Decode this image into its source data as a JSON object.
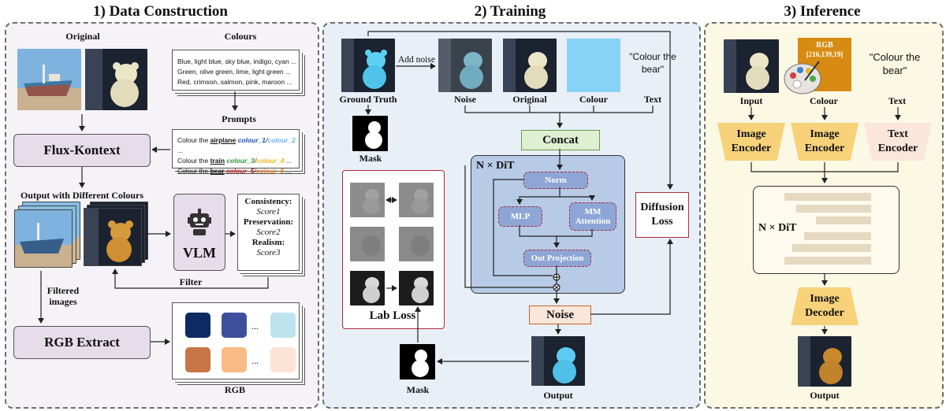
{
  "sections": {
    "construction": "1) Data Construction",
    "training": "2) Training",
    "inference": "3) Inference"
  },
  "construction": {
    "original": "Original",
    "colours": "Colours",
    "colour_lines": [
      "Blue, light blue, sky blue, indigo, cyan ...",
      "Green, olive green, lime, light green ...",
      "Red, crimson, salmon, pink, maroon ..."
    ],
    "prompts": "Prompts",
    "prompt_lines": [
      {
        "prefix": "Colour the ",
        "obj": "airplane",
        "c1": "colour_1",
        "sep": "/",
        "c2": "colour_2",
        "tail": " ...",
        "c1color": "#1f4fb8",
        "c2color": "#69b3f0"
      },
      {
        "prefix": "Colour the ",
        "obj": "train",
        "c1": "colour_3",
        "sep": "/",
        "c2": "colour_4",
        "tail": " ...",
        "c1color": "#2c9a32",
        "c2color": "#e8b81a"
      },
      {
        "prefix": "Colour the ",
        "obj": "bear",
        "c1": "colour_5",
        "sep": "/",
        "c2": "colour_6",
        "tail": " ...",
        "c1color": "#c01d1d",
        "c2color": "#f08030"
      }
    ],
    "flux": "Flux-Kontext",
    "output_label": "Output with Different Colours",
    "vlm": "VLM",
    "scores": [
      {
        "name": "Consistency:",
        "value": "Score1"
      },
      {
        "name": "Preservation:",
        "value": "Score2"
      },
      {
        "name": "Realism:",
        "value": "Score3"
      }
    ],
    "filter": "Filter",
    "filtered": [
      "Filtered",
      "images"
    ],
    "rgb_extract": "RGB Extract",
    "rgb": "RGB",
    "ellipsis": "...",
    "palette": [
      "#0d2a63",
      "#3d4f9c",
      "#bde3ef",
      "#c87545",
      "#f7bb86",
      "#fce3d6"
    ]
  },
  "training": {
    "ground_truth": "Ground Truth",
    "add_noise": "Add noise",
    "noise": "Noise",
    "original": "Original",
    "colour": "Colour",
    "text": "Text",
    "quote": "\"Colour the bear\"",
    "concat": "Concat",
    "mask": "Mask",
    "ndit": "N × DiT",
    "norm": "Norm",
    "mlp": "MLP",
    "mm_attention": [
      "MM",
      "Attention"
    ],
    "out_projection": "Out Projection",
    "diffusion_loss": [
      "Diffusion",
      "Loss"
    ],
    "noise_box": "Noise",
    "lab_loss": "Lab Loss",
    "mask2": "Mask",
    "output": "Output",
    "colour_swatch": "#87d3f5"
  },
  "inference": {
    "rgb_value": "RGB",
    "rgb_numbers": "[216,139,19]",
    "swatch_color": "#d88b13",
    "quote": "\"Colour the bear\"",
    "input": "Input",
    "colour": "Colour",
    "text": "Text",
    "image_encoder": [
      "Image",
      "Encoder"
    ],
    "text_encoder": [
      "Text",
      "Encoder"
    ],
    "ndit": "N × DiT",
    "image_decoder": [
      "Image",
      "Decoder"
    ],
    "output": "Output"
  }
}
